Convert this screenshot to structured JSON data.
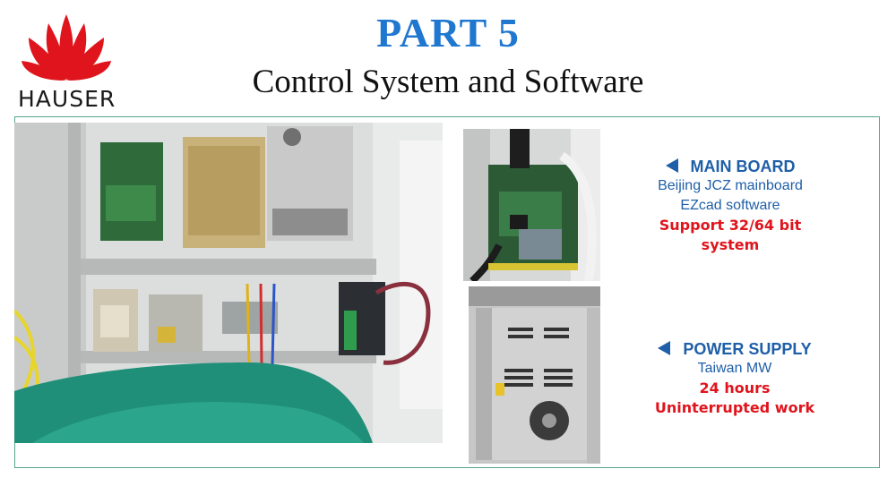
{
  "logo": {
    "text": "HAUSER",
    "color": "#e0141c"
  },
  "header": {
    "part_title": "PART 5",
    "subtitle": "Control System and Software",
    "title_color": "#1f77d0"
  },
  "photos": {
    "cabinet": "control cabinet interior",
    "mainboard": "JCZ mainboard",
    "power_supply": "MW power supply"
  },
  "main_board": {
    "icon": "triangle-left-icon",
    "heading": "MAIN BOARD",
    "line1": "Beijing JCZ mainboard",
    "line2": "EZcad software",
    "highlight1": "Support 32/64 bit",
    "highlight2": "system"
  },
  "power_supply": {
    "icon": "triangle-left-icon",
    "heading": "POWER SUPPLY",
    "line1": "Taiwan MW",
    "highlight1": "24 hours",
    "highlight2": "Uninterrupted work"
  },
  "colors": {
    "heading_blue": "#1f5fa8",
    "highlight_red": "#e0141c",
    "frame": "#5aa48e"
  }
}
